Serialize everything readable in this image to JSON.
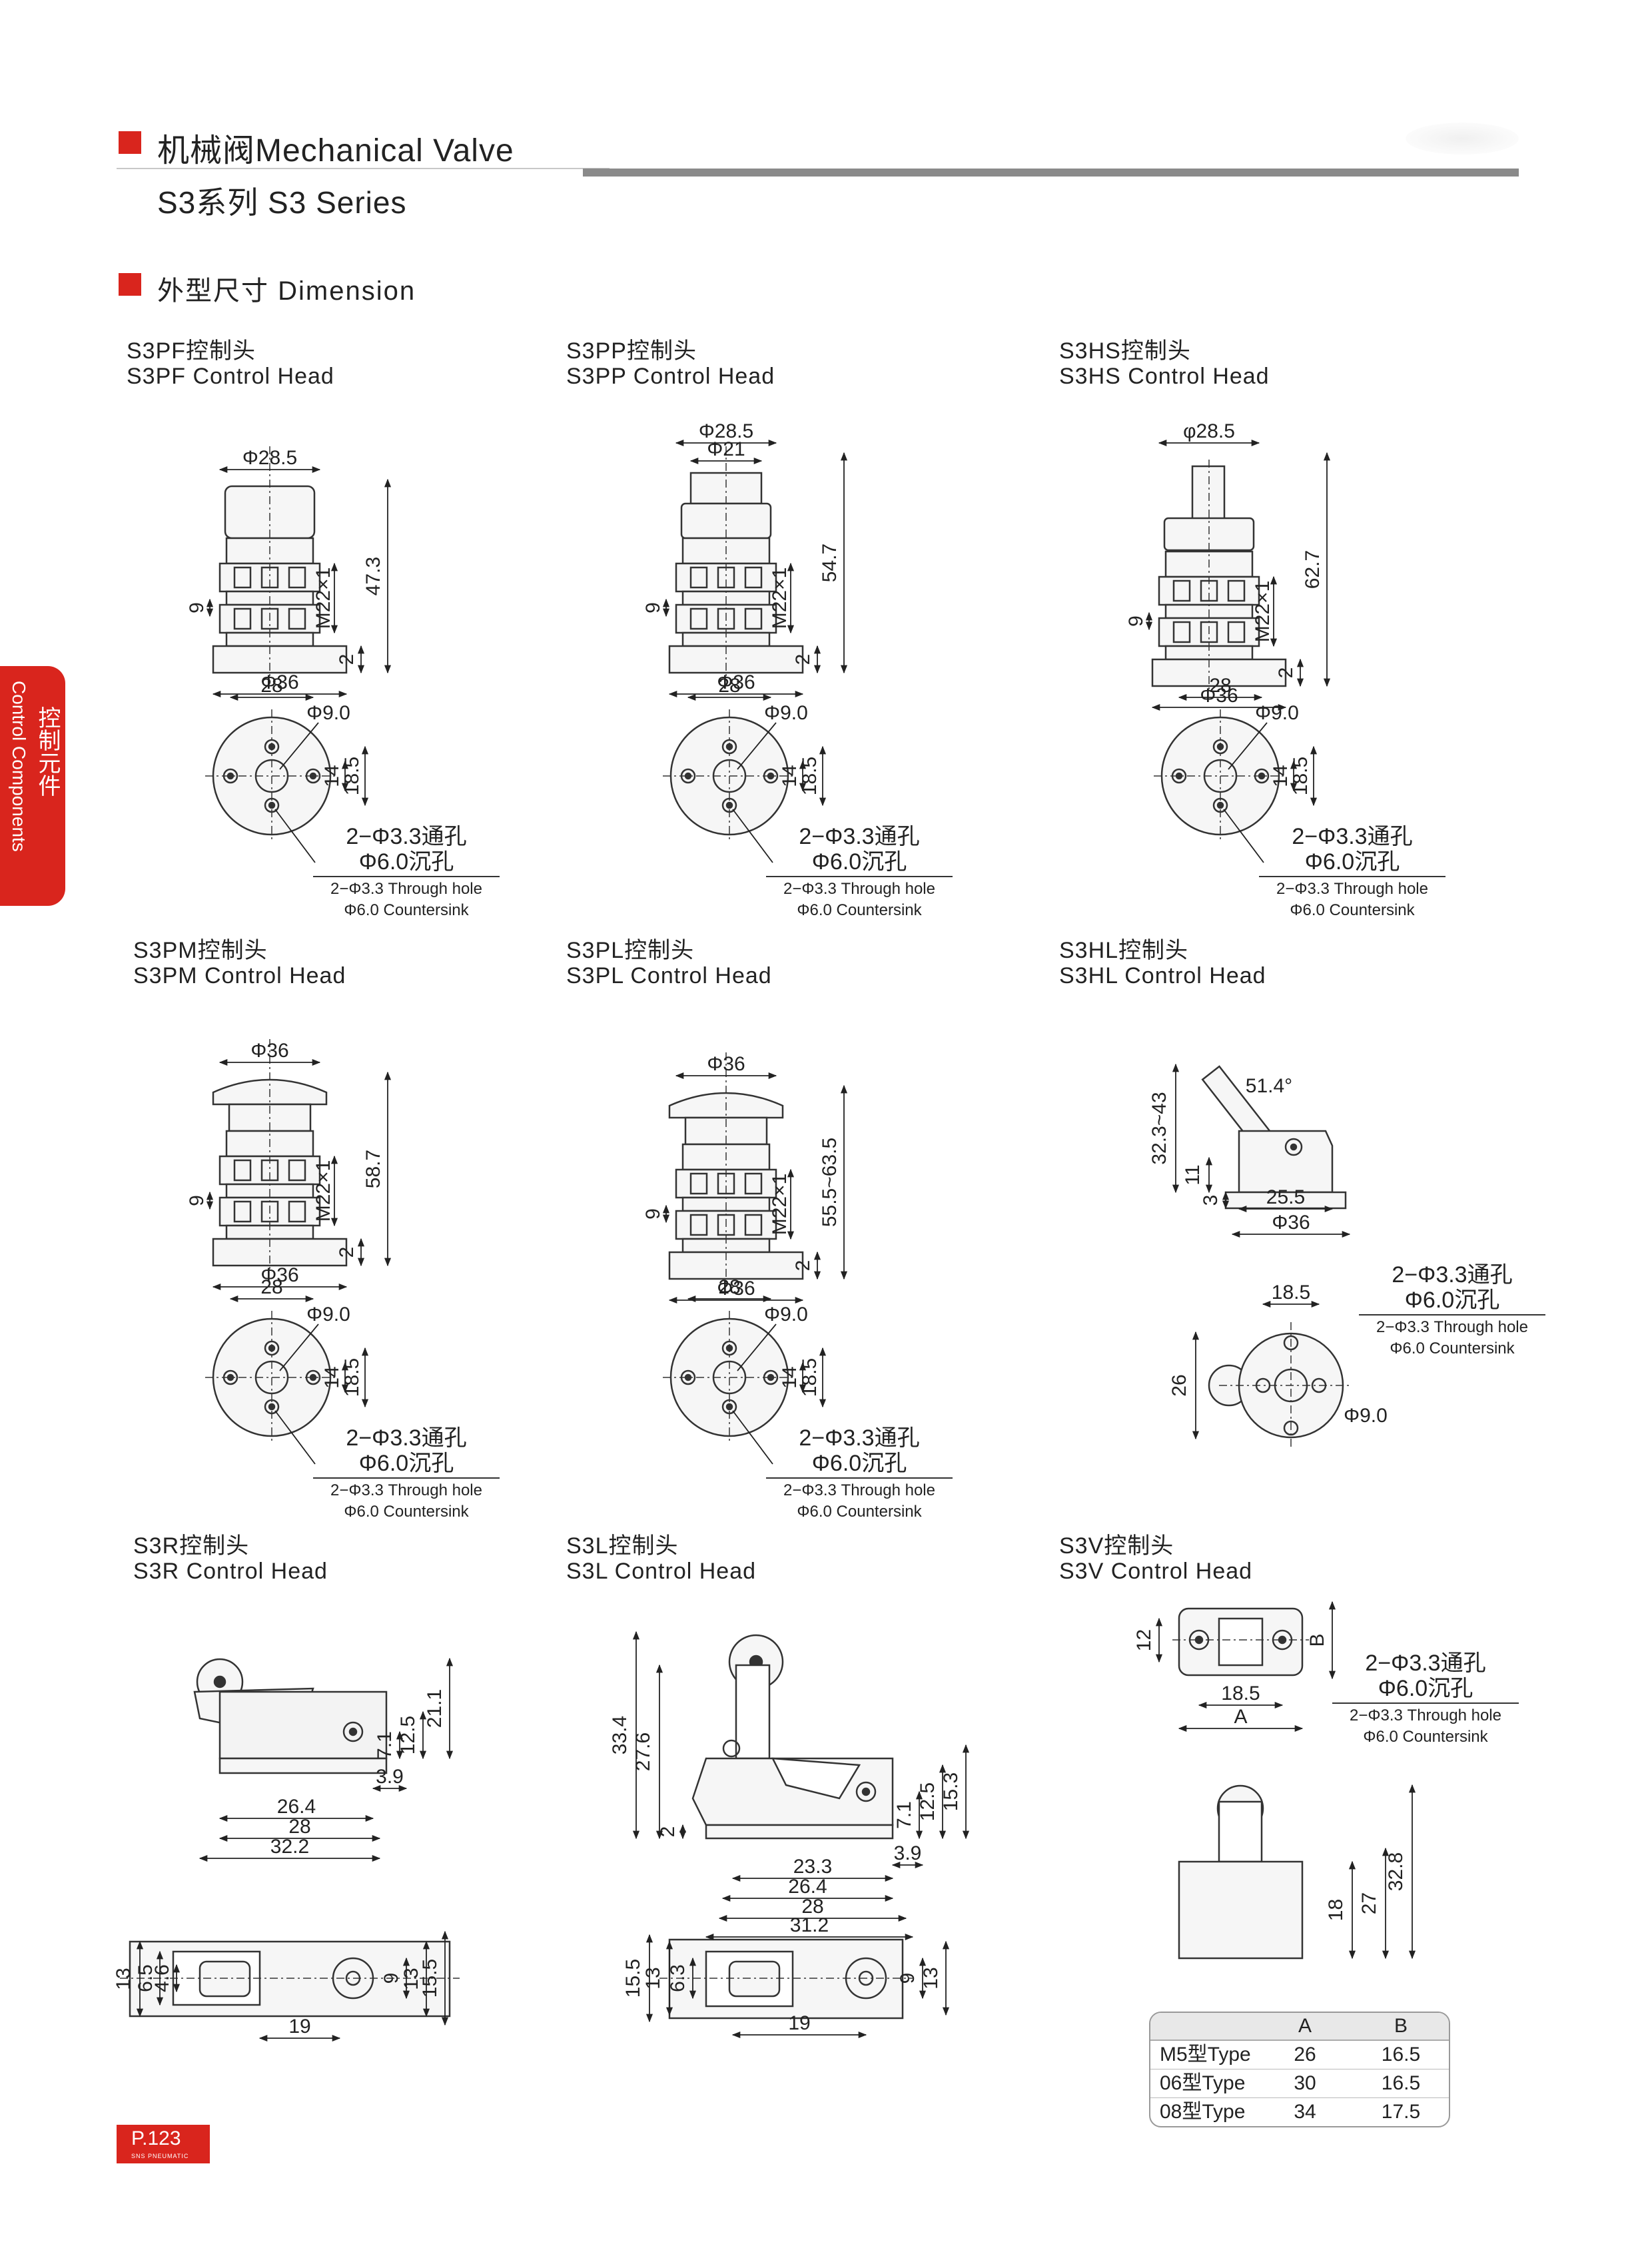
{
  "header": {
    "title": "机械阀Mechanical Valve",
    "series": "S3系列 S3 Series",
    "section": "外型尺寸 Dimension"
  },
  "sidebar": {
    "zh": "控制元件",
    "en": "Control Components"
  },
  "page": {
    "number": "P.123",
    "brand": "SNS PNEUMATIC"
  },
  "note": {
    "zh1": "2−Φ3.3通孔",
    "zh2": "Φ6.0沉孔",
    "en1": "2−Φ3.3 Through hole",
    "en2": "Φ6.0 Countersink"
  },
  "heads": {
    "s3pf": {
      "zh": "S3PF控制头",
      "en": "S3PF Control Head",
      "top_dia": "Φ28.5",
      "thread": "M22×1",
      "h": "47.3",
      "nut": "9",
      "base": "2",
      "bot_dia": "Φ36"
    },
    "s3pp": {
      "zh": "S3PP控制头",
      "en": "S3PP Control Head",
      "top_dia": "Φ28.5",
      "inner_dia": "Φ21",
      "thread": "M22×1",
      "h": "54.7",
      "nut": "9",
      "base": "2",
      "bot_dia": "Φ36"
    },
    "s3hs": {
      "zh": "S3HS控制头",
      "en": "S3HS Control Head",
      "top_dia": "φ28.5",
      "thread": "M22×1",
      "h": "62.7",
      "nut": "9",
      "base": "2",
      "bot_dia": "Φ36"
    },
    "s3pm": {
      "zh": "S3PM控制头",
      "en": "S3PM Control Head",
      "top_dia": "Φ36",
      "thread": "M22×1",
      "h": "58.7",
      "nut": "9",
      "base": "2",
      "bot_dia": "Φ36"
    },
    "s3pl": {
      "zh": "S3PL控制头",
      "en": "S3PL Control Head",
      "top_dia": "Φ36",
      "thread": "M22×1",
      "h": "55.5~63.5",
      "nut": "9",
      "base": "2",
      "bot_dia": "Φ36"
    },
    "s3hl": {
      "zh": "S3HL控制头",
      "en": "S3HL Control Head",
      "angle": "51.4°",
      "h": "32.3~43",
      "d11": "11",
      "d3": "3",
      "w25": "25.5",
      "dia36": "Φ36",
      "d185": "18.5",
      "d26": "26",
      "dia9": "Φ9.0"
    },
    "s3r": {
      "zh": "S3R控制头",
      "en": "S3R Control Head",
      "d211": "21.1",
      "d125": "12.5",
      "d71": "7.1",
      "d39": "3.9",
      "d264": "26.4",
      "d28": "28",
      "d322": "32.2",
      "d13": "13",
      "d65": "6.5",
      "d46": "4.6",
      "d9": "9",
      "d13b": "13",
      "d155": "15.5",
      "d19": "19"
    },
    "s3l": {
      "zh": "S3L控制头",
      "en": "S3L Control Head",
      "d334": "33.4",
      "d276": "27.6",
      "d2": "2",
      "d153": "15.3",
      "d125": "12.5",
      "d71": "7.1",
      "d39": "3.9",
      "d233": "23.3",
      "d264": "26.4",
      "d28": "28",
      "d312": "31.2",
      "d155": "15.5",
      "d13": "13",
      "d63": "6.3",
      "d9": "9",
      "d13b": "13",
      "d19": "19"
    },
    "s3v": {
      "zh": "S3V控制头",
      "en": "S3V Control Head",
      "d12": "12",
      "dB": "B",
      "d185": "18.5",
      "dA": "A",
      "d328": "32.8",
      "d27": "27",
      "d18": "18"
    }
  },
  "flange": {
    "w": "28",
    "dia": "Φ9.0",
    "h14": "14",
    "h185": "18.5"
  },
  "table": {
    "headers": [
      "",
      "A",
      "B"
    ],
    "rows": [
      [
        "M5型Type",
        "26",
        "16.5"
      ],
      [
        "06型Type",
        "30",
        "16.5"
      ],
      [
        "08型Type",
        "34",
        "17.5"
      ]
    ]
  }
}
